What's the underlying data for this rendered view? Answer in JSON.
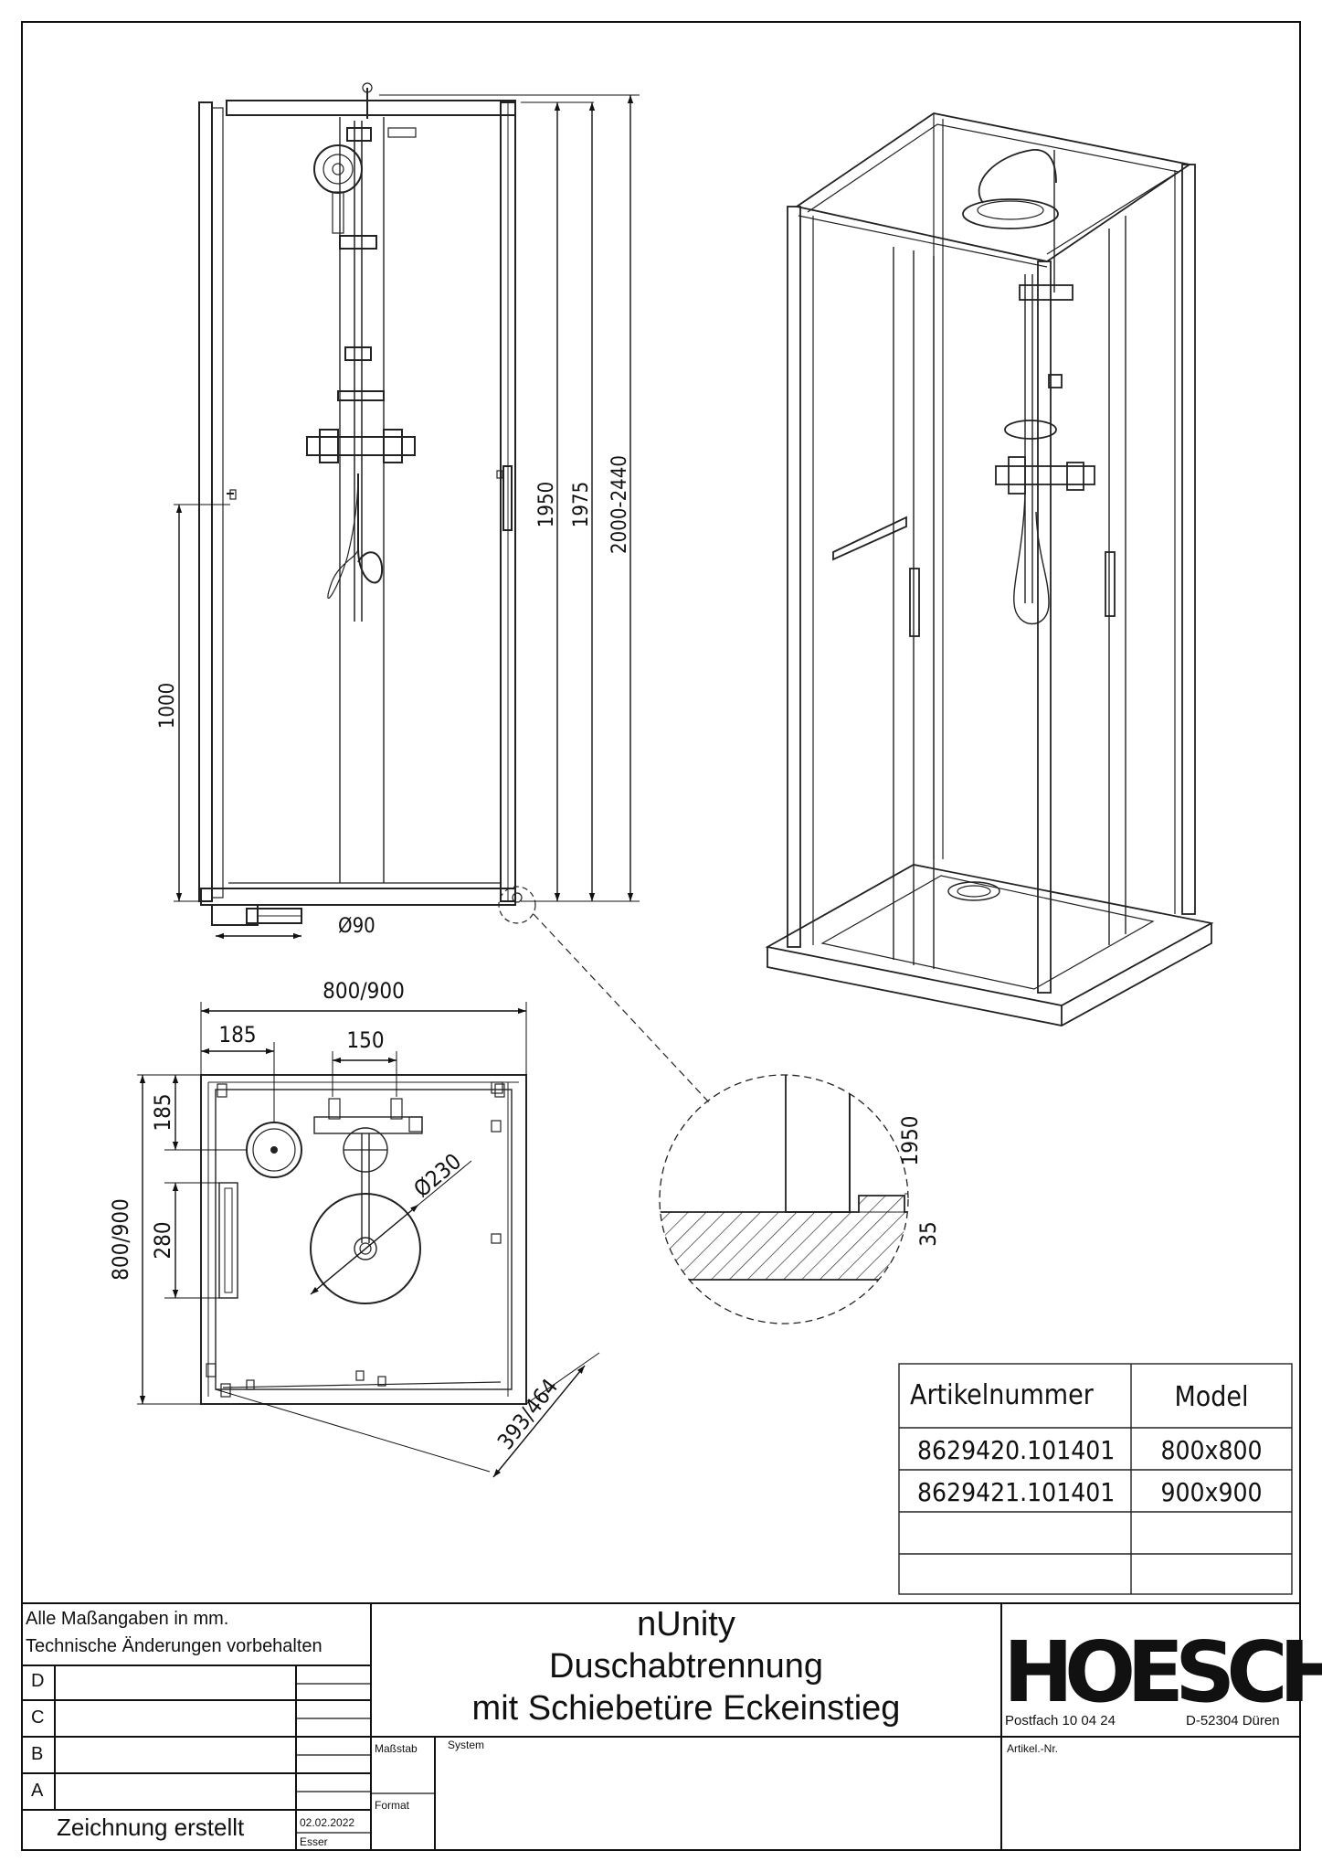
{
  "title_block": {
    "note_line1": "Alle Maßangaben in mm.",
    "note_line2": "Technische Änderungen vorbehalten",
    "revisions": [
      "D",
      "C",
      "B",
      "A"
    ],
    "drawing_created": "Zeichnung erstellt",
    "date": "02.02.2022",
    "author": "Esser",
    "scale_label": "Maßstab",
    "format_label": "Format",
    "system_label": "System",
    "product_name": "nUnity",
    "product_line2": "Duschabtrennung",
    "product_line3": "mit Schiebetüre Eckeinstieg",
    "brand": "HOESCH",
    "address_left": "Postfach 10 04 24",
    "address_right": "D-52304 Düren",
    "article_label": "Artikel.-Nr."
  },
  "article_table": {
    "headers": [
      "Artikelnummer",
      "Model"
    ],
    "rows": [
      [
        "8629420.101401",
        "800x800"
      ],
      [
        "8629421.101401",
        "900x900"
      ],
      [
        "",
        ""
      ],
      [
        "",
        ""
      ]
    ]
  },
  "dimensions": {
    "h1950": "1950",
    "h1975": "1975",
    "h2000_2440": "2000-2440",
    "h1000": "1000",
    "d90": "Ø90",
    "w800_900": "800/900",
    "w185": "185",
    "w150": "150",
    "h185": "185",
    "h280": "280",
    "h800_900": "800/900",
    "d230": "Ø230",
    "diag393_464": "393/464",
    "detail1950": "1950",
    "detail35": "35"
  }
}
